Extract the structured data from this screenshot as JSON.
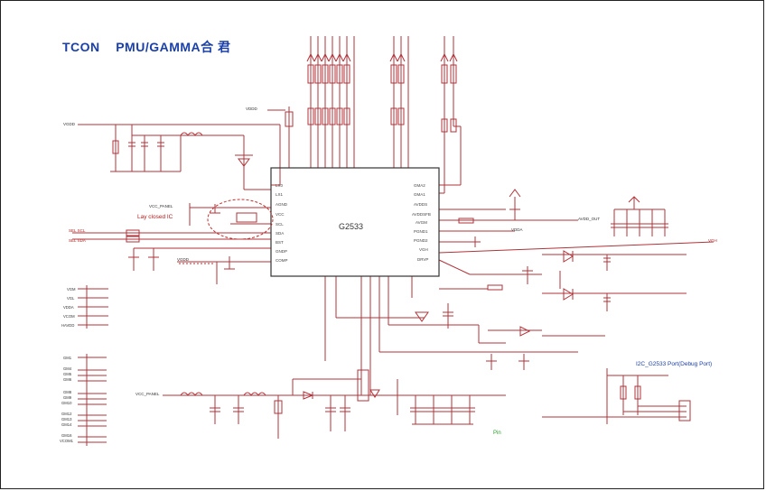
{
  "title": "TCON    PMU/GAMMA合 君",
  "chip": {
    "name": "G2533"
  },
  "annotations": {
    "lay_closed": "Lay closed IC",
    "debug_port": "I2C_G2533 Port(Debug Port)",
    "pin_marker": "Pin"
  },
  "nets": {
    "left_top": "VGDD",
    "vcc_panel": "VCC_PANEL",
    "scl": "SEL SCL",
    "sda": "SEL SDA",
    "vgdd_mid": "VGDD",
    "vcc_panel_bottom": "VCC_PANEL",
    "vddd_top": "VDDD",
    "vgh_right": "VGH",
    "vddd_right": "VDDA",
    "avdd_out": "AVDD_OUT"
  },
  "chip_pins_right": [
    "GMA2",
    "GMA1",
    "AVDDS",
    "AVDDSFB",
    "AVGM",
    "PGND1",
    "PGND2",
    "VGH",
    "DRVP"
  ],
  "chip_pins_left": [
    "LX0",
    "LX1",
    "AGND",
    "VCC",
    "SCL",
    "SDA",
    "BST",
    "GNDP",
    "COMP"
  ],
  "gamma_labels": [
    "VGM",
    "VGL",
    "VDDA",
    "VCOM",
    "HAVDD",
    "GM1",
    "GM4",
    "GM5",
    "GM6",
    "GM8",
    "GM9",
    "GM10",
    "GM12",
    "GM13",
    "GM14",
    "GM16",
    "VCOM1"
  ]
}
